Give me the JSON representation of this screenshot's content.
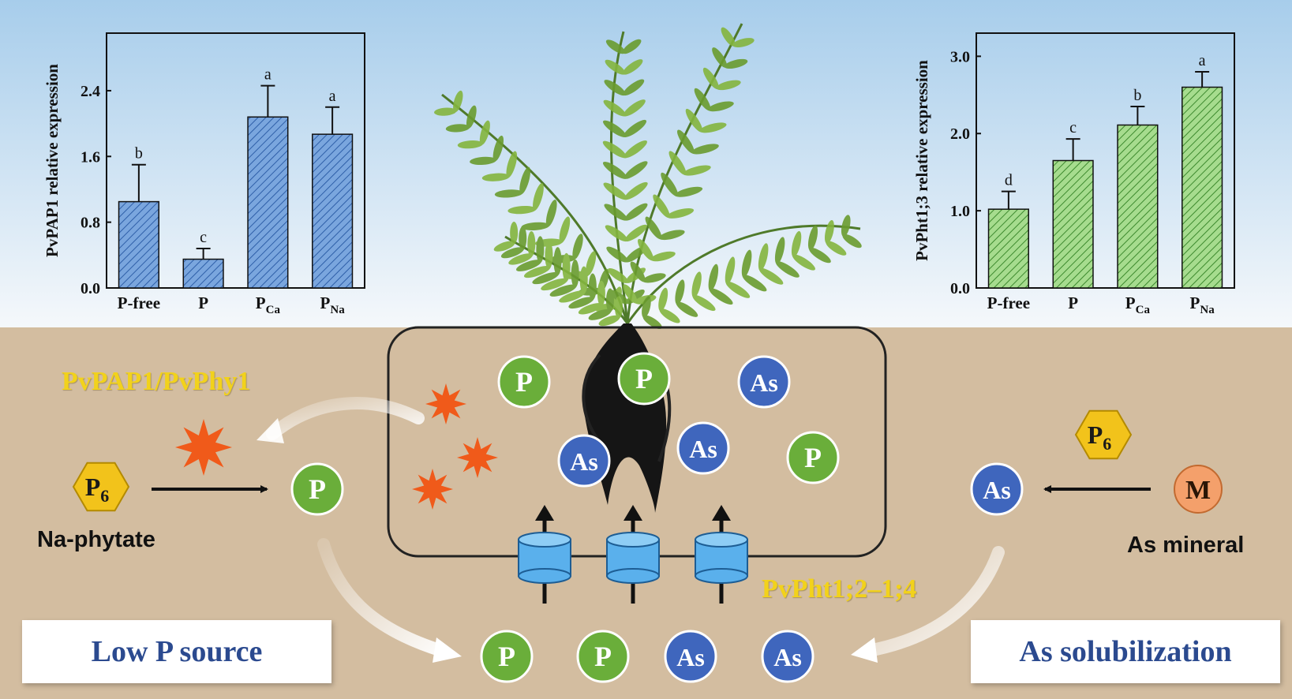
{
  "figure": {
    "labels": {
      "gene_left": "PvPAP1/PvPhy1",
      "gene_transporter": "PvPht1;2–1;4",
      "na_phytate": "Na-phytate",
      "as_mineral": "As mineral",
      "low_p_source": "Low P source",
      "as_solubilization": "As solubilization",
      "p_symbol": "P",
      "as_symbol": "As",
      "m_symbol": "M",
      "p6_main": "P",
      "p6_sub": "6"
    },
    "colors": {
      "p_circle": "#6aae3a",
      "as_circle": "#3f66bd",
      "m_circle": "#f4a06b",
      "hexagon": "#f2c31b",
      "soil": "#d3bda0",
      "sky_top": "#a7cdeb",
      "enzyme_star": "#f05a1a",
      "transporter": "#5ab0ec",
      "gene_text": "#f2d21b",
      "box_text": "#2b4a8f"
    }
  },
  "chart_data": [
    {
      "type": "bar",
      "ylabel": "PvPAP1 relative expression",
      "categories": [
        "P-free",
        "P",
        "PCa",
        "PNa"
      ],
      "category_labels": [
        {
          "main": "P-free",
          "sub": ""
        },
        {
          "main": "P",
          "sub": ""
        },
        {
          "main": "P",
          "sub": "Ca"
        },
        {
          "main": "P",
          "sub": "Na"
        }
      ],
      "values": [
        1.05,
        0.35,
        2.08,
        1.87
      ],
      "errors": [
        0.45,
        0.13,
        0.38,
        0.33
      ],
      "letters": [
        "b",
        "c",
        "a",
        "a"
      ],
      "yticks": [
        "0.0",
        "0.8",
        "1.6",
        "2.4"
      ],
      "ytick_values": [
        0,
        0.8,
        1.6,
        2.4
      ],
      "ylim": [
        0,
        3.1
      ],
      "bar_color": "#6b9ad6",
      "hatch_color": "#2e5fa8"
    },
    {
      "type": "bar",
      "ylabel": "PvPht1;3 relative expression",
      "categories": [
        "P-free",
        "P",
        "PCa",
        "PNa"
      ],
      "category_labels": [
        {
          "main": "P-free",
          "sub": ""
        },
        {
          "main": "P",
          "sub": ""
        },
        {
          "main": "P",
          "sub": "Ca"
        },
        {
          "main": "P",
          "sub": "Na"
        }
      ],
      "values": [
        1.02,
        1.65,
        2.11,
        2.6
      ],
      "errors": [
        0.23,
        0.28,
        0.24,
        0.2
      ],
      "letters": [
        "d",
        "c",
        "b",
        "a"
      ],
      "yticks": [
        "0.0",
        "1.0",
        "2.0",
        "3.0"
      ],
      "ytick_values": [
        0,
        1,
        2,
        3
      ],
      "ylim": [
        0,
        3.3
      ],
      "bar_color": "#8fd07a",
      "hatch_color": "#3d8a2e"
    }
  ]
}
